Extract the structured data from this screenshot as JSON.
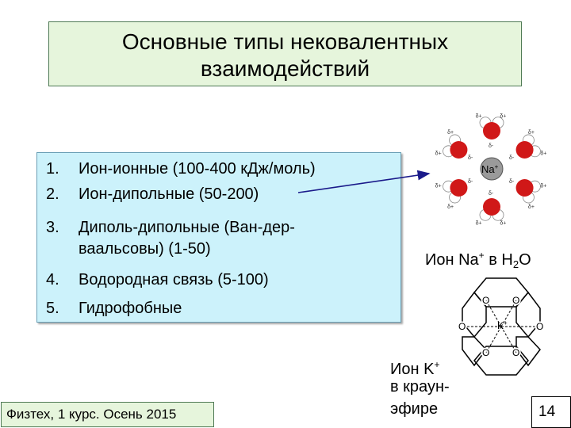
{
  "slide": {
    "title_line1": "Основные типы нековалентных",
    "title_line2": "взаимодействий",
    "list": [
      {
        "num": "1.",
        "text": "Ион-ионные (100-400 кДж/моль)"
      },
      {
        "num": "2.",
        "text": "Ион-дипольные (50-200)"
      },
      {
        "num": "3.",
        "text_line1": "Диполь-дипольные (Ван-дер-",
        "text_line2": "ваальсовы) (1-50)"
      },
      {
        "num": "4.",
        "text": "Водородная связь (5-100)"
      },
      {
        "num": "5.",
        "text": "Гидрофобные"
      }
    ],
    "footer": "Физтех, 1 курс. Осень 2015",
    "page_number": "14"
  },
  "na_diagram": {
    "center_label": "Na",
    "center_charge": "+",
    "partial_neg": "δ-",
    "partial_pos": "δ+",
    "caption_prefix": "Ион Na",
    "caption_sup": "+",
    "caption_mid": " в H",
    "caption_sub": "2",
    "caption_suffix": "O",
    "colors": {
      "oxygen": "#d01818",
      "hydrogen": "#ffffff",
      "ion": "#9a9a9a"
    }
  },
  "k_diagram": {
    "ion_label": "K",
    "ion_charge": "+",
    "oxygen_label": "O",
    "caption_line1": "Ион K",
    "caption_sup": "+",
    "caption_line2": "в краун-",
    "caption_line3": "эфире"
  },
  "colors": {
    "title_bg": "#e6f5dc",
    "list_bg": "#ccf2fb",
    "arrow": "#1a1a8a"
  }
}
